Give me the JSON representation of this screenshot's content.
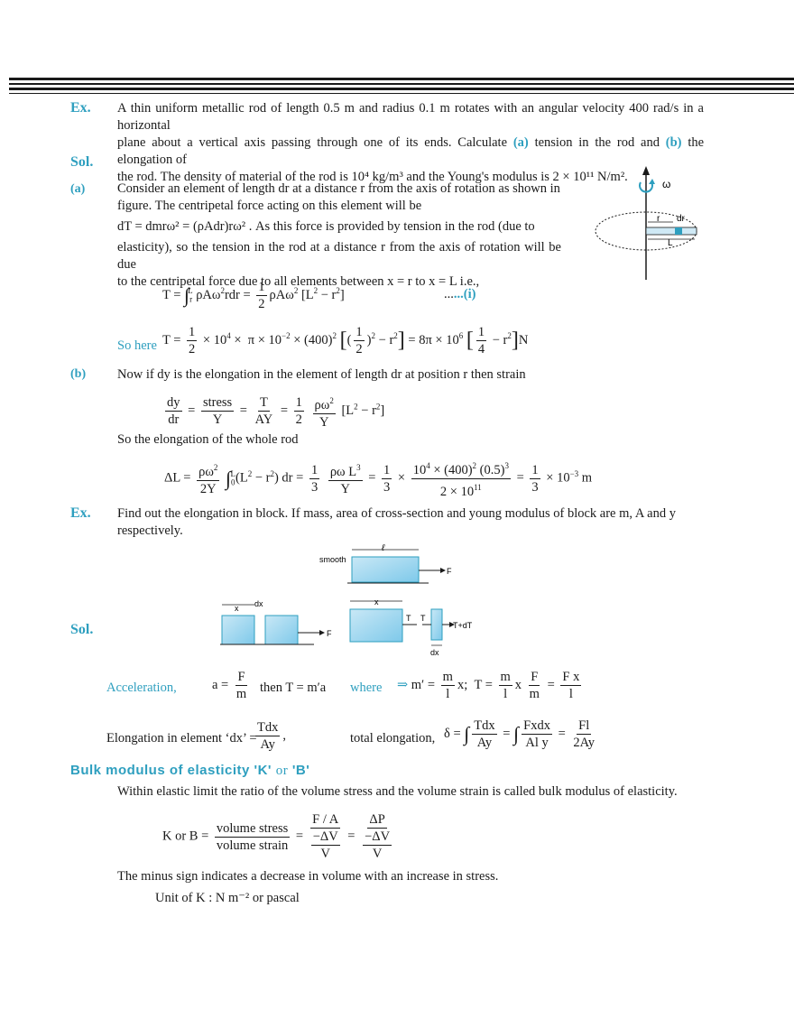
{
  "ex1": {
    "label": "Ex.",
    "line1": "A thin uniform metallic rod of length 0.5 m and radius 0.1 m rotates with an angular velocity 400 rad/s in a horizontal",
    "line2_a": "plane about a vertical axis passing through one of its ends. Calculate",
    "part_a": "(a)",
    "line2_b": "tension in the rod and",
    "part_b": "(b)",
    "line2_c": "the elongation of",
    "line3": "the rod. The density of material of the rod is 10⁴ kg/m³ and the Young's modulus is 2 × 10¹¹ N/m²."
  },
  "sol1": {
    "label": "Sol.",
    "a_label": "(a)",
    "a_line1": "Consider an element of length dr at a distance r from the axis of rotation as shown in",
    "a_line2": "figure.    The    centripetal    force    acting    on    this    element    will    be",
    "a_line3_eq": "dT = dmrω² = (ρAdr)rω²",
    "a_line3_text": ". As this force is provided by tension in the rod (due to",
    "a_line4": "elasticity), so the tension in the rod at a distance r from the axis of rotation will be due",
    "a_line5": "to the centripetal force due to all elements between x = r to x = L  i.e.,",
    "eq_i_tag": "...(i)",
    "so_here": "So here",
    "b_label": "(b)",
    "b_line1": "Now if dy is the elongation in the element of length dr at position r then strain",
    "b_line2": "So the elongation of the whole rod"
  },
  "fig1": {
    "omega": "ω",
    "r": "r",
    "dr": "dr",
    "L": "L"
  },
  "ex2": {
    "label": "Ex.",
    "line1": "Find out the elongation in block. If mass, area of cross-section and young modulus of block are m, A and y",
    "line2": "respectively."
  },
  "fig2": {
    "smooth": "smooth",
    "ell": "ℓ",
    "F": "F",
    "x": "x",
    "dx": "dx",
    "T": "T",
    "TdT": "T+dT"
  },
  "sol2": {
    "label": "Sol.",
    "accel": "Acceleration,",
    "then": "then T = m′a",
    "where": "where",
    "elong_elem": "Elongation in element ‘dx’ =",
    "total": "total elongation,"
  },
  "bulk": {
    "heading_a": "Bulk  modulus  of  elasticity  'K'",
    "heading_or": "or",
    "heading_b": "'B'",
    "line1": "Within elastic limit the ratio of the volume stress and the volume strain is called bulk modulus of elasticity.",
    "k_or_b": "K or B =",
    "volume_stress": "volume stress",
    "volume_strain": "volume strain",
    "minus_sign": "The minus sign indicates a decrease in volume with an increase in stress.",
    "unit": "Unit of K : N m⁻² or pascal"
  }
}
